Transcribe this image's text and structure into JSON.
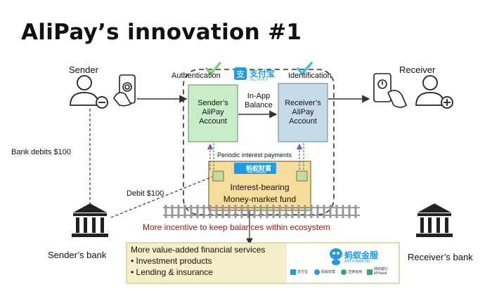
{
  "title": "AliPay’s innovation #1",
  "sender": {
    "label": "Sender"
  },
  "receiver": {
    "label": "Receiver"
  },
  "authentication": "Authentication",
  "identification": "Identification",
  "alipay_logo": {
    "text": "支付宝",
    "sub": "ALIPAY"
  },
  "senders_account": "Sender’s AliPay Account",
  "receivers_account": "Receiver’s AliPay Account",
  "in_app_balance": "In-App Balance",
  "periodic_interest": "Periodic interest payments",
  "ant_fortune_logo": {
    "text": "蚂蚁财富",
    "sub": "Ant Fortune"
  },
  "money_market_fund": {
    "line1": "Interest-bearing",
    "line2": "Money-market fund"
  },
  "bank_debits": "Bank debits $100",
  "debit": "Debit $100",
  "incentive": "More incentive to keep balances within ecosystem",
  "senders_bank": "Sender’s bank",
  "receivers_bank": "Receiver’s bank",
  "services": {
    "title": "More value-added financial services",
    "items": [
      "Investment products",
      "Lending & insurance"
    ],
    "ant_financial": {
      "text": "蚂蚁金服",
      "sub": "ANT FINANCIAL"
    },
    "partner_logos": [
      "支付宝",
      "蚂蚁财富",
      "芝麻信用",
      "网商银行",
      "MYbank"
    ]
  },
  "colors": {
    "account_green": "#c9ecc9",
    "account_blue": "#c6dbe8",
    "fund_yellow": "#f6dd9c",
    "alipay_blue": "#1d9be5",
    "check_green": "#7fd36b",
    "check_blue": "#3cc1e0",
    "incentive_red": "#8b1a1a"
  }
}
